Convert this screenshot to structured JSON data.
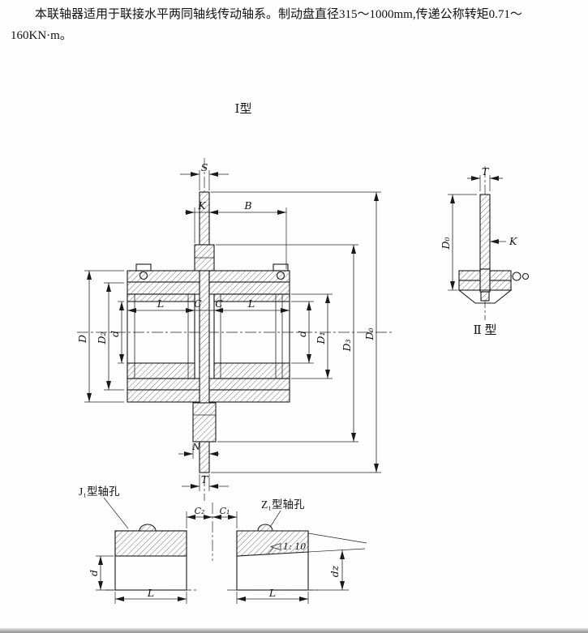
{
  "intro": {
    "line1": "本联轴器适用于联接水平两同轴线传动轴系。制动盘直径315～1000mm,传递公称转矩0.71～",
    "line2": "160KN·m。"
  },
  "labels": {
    "fig1": "Ⅰ型",
    "fig2": "Ⅱ 型",
    "j1": "J₁型轴孔",
    "z1": "Z₁型轴孔",
    "taper": "1: 10"
  },
  "main_dims": {
    "S": "S",
    "K": "K",
    "B": "B",
    "D": "D",
    "D2": "D₂",
    "d_left": "d",
    "L_left": "L",
    "C_left": "C",
    "C_right": "C",
    "L_right": "L",
    "d_right": "d",
    "D1": "D₁",
    "D3": "D₃",
    "D0": "D₀",
    "N": "N",
    "T": "T"
  },
  "type2_dims": {
    "T": "T",
    "D0": "D₀",
    "K": "K"
  },
  "bottom_dims": {
    "C2": "C₂",
    "C1": "C₁",
    "d": "d",
    "L_j1": "L",
    "L_z1": "L",
    "dz": "dz"
  }
}
